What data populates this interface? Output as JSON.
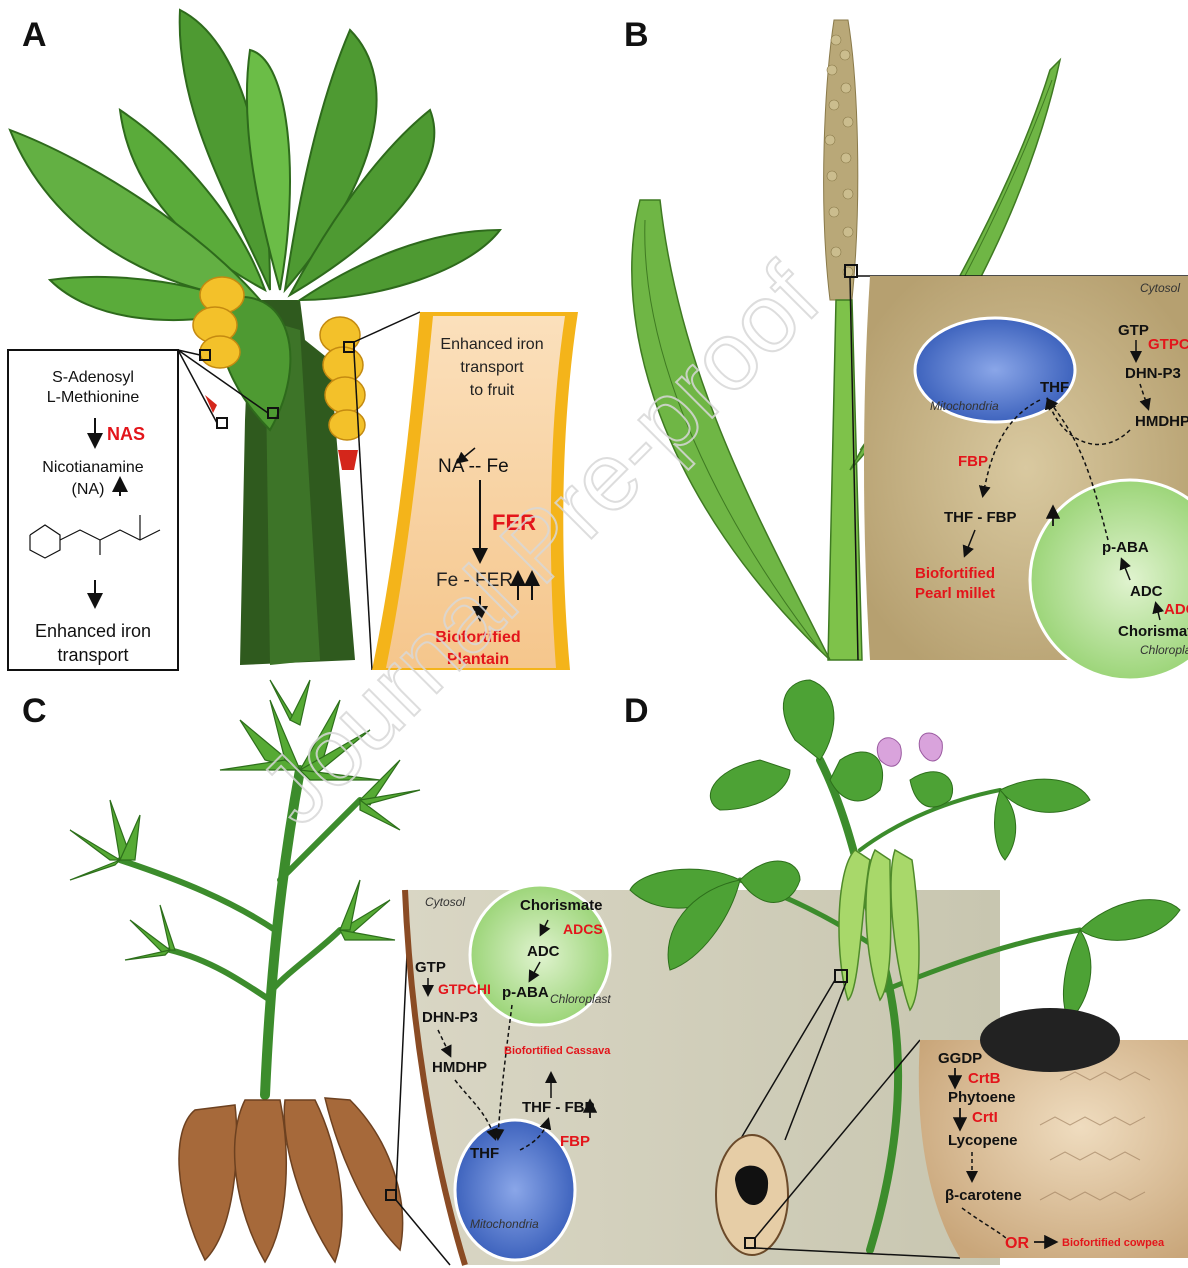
{
  "panels": {
    "A": {
      "letter": "A",
      "inset_left": {
        "line1": "S-Adenosyl",
        "line2": "L-Methionine",
        "enzyme": "NAS",
        "product": "Nicotianamine",
        "product_abbr": "(NA)",
        "result_line1": "Enhanced iron",
        "result_line2": "transport"
      },
      "inset_right": {
        "line1": "Enhanced iron",
        "line2": "transport",
        "line3": "to fruit",
        "complex": "NA -- Fe",
        "enzyme": "FER",
        "product": "Fe - FER",
        "result_line1": "Biofortified",
        "result_line2": "Plantain"
      }
    },
    "B": {
      "letter": "B",
      "cytosol": "Cytosol",
      "gtp": "GTP",
      "gtpchi": "GTPCHI",
      "dhn": "DHN-P3",
      "hmdhp": "HMDHP",
      "mito": "Mitochondria",
      "thf": "THF",
      "fbp": "FBP",
      "thf_fbp": "THF - FBP",
      "result_line1": "Biofortified",
      "result_line2": "Pearl millet",
      "paba": "p-ABA",
      "adc": "ADC",
      "adcs": "ADCS",
      "chorismate": "Chorismate",
      "chloro": "Chloroplast"
    },
    "C": {
      "letter": "C",
      "cytosol": "Cytosol",
      "chorismate": "Chorismate",
      "adcs": "ADCS",
      "adc": "ADC",
      "paba": "p-ABA",
      "chloro": "Chloroplast",
      "gtp": "GTP",
      "gtpchi": "GTPCHI",
      "dhn": "DHN-P3",
      "hmdhp": "HMDHP",
      "result": "Biofortified Cassava",
      "thf_fbp": "THF - FBP",
      "fbp": "FBP",
      "thf": "THF",
      "mito": "Mitochondria"
    },
    "D": {
      "letter": "D",
      "ggdp": "GGDP",
      "crtb": "CrtB",
      "phytoene": "Phytoene",
      "crti": "CrtI",
      "lycopene": "Lycopene",
      "bcarotene": "β-carotene",
      "or": "OR",
      "result": "Biofortified cowpea"
    }
  },
  "watermark": "Journal Pre-proof",
  "colors": {
    "red": "#e3151b",
    "leaf": "#3f8f2a",
    "mito": "#4a73c8",
    "chloro": "#a8d88a",
    "cell": "#c8b48a",
    "fruit": "#f3c12a",
    "tuber": "#a6693a",
    "seedcell": "#dcc09a"
  }
}
